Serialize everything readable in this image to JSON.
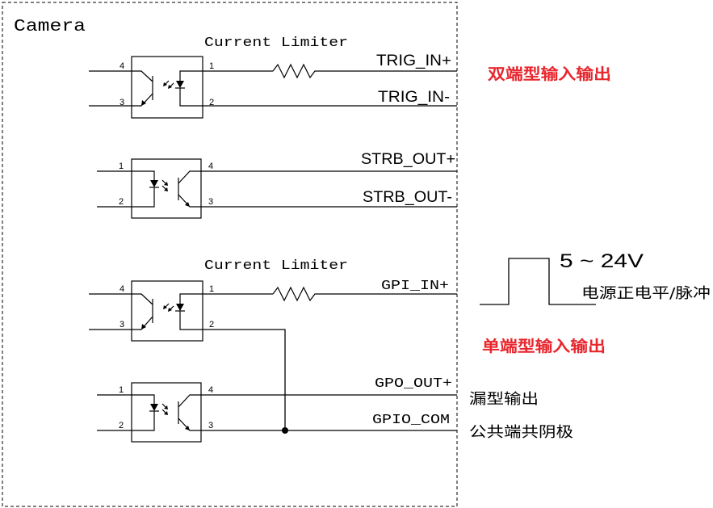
{
  "camera_label": "Camera",
  "limiter_labels": [
    "Current Limiter",
    "Current Limiter"
  ],
  "optocouplers": [
    {
      "left_top_pin": "4",
      "left_bottom_pin": "3",
      "right_top_pin": "1",
      "right_bottom_pin": "2"
    },
    {
      "left_top_pin": "1",
      "left_bottom_pin": "2",
      "right_top_pin": "4",
      "right_bottom_pin": "3"
    },
    {
      "left_top_pin": "4",
      "left_bottom_pin": "3",
      "right_top_pin": "1",
      "right_bottom_pin": "2"
    },
    {
      "left_top_pin": "1",
      "left_bottom_pin": "2",
      "right_top_pin": "4",
      "right_bottom_pin": "3"
    }
  ],
  "signals": {
    "trig_in_plus": "TRIG_IN+",
    "trig_in_minus": "TRIG_IN-",
    "strb_out_plus": "STRB_OUT+",
    "strb_out_minus": "STRB_OUT-",
    "gpi_in_plus": "GPI_IN+",
    "gpo_out_plus": "GPO_OUT+",
    "gpio_com": "GPIO_COM"
  },
  "annotations": {
    "differential_io": "双端型输入输出",
    "single_ended_io": "单端型输入输出",
    "pulse_voltage": "5 ~ 24V",
    "pulse_level": "电源正电平/脉冲",
    "sink_output": "漏型输出",
    "common_cathode": "公共端共阴极"
  },
  "colors": {
    "background": "#ffffff",
    "line": "#000000",
    "annotation_red": "#e8262d"
  }
}
